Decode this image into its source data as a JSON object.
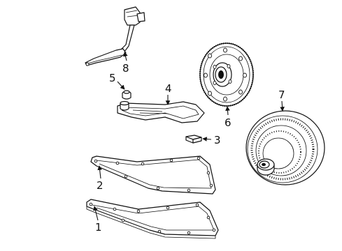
{
  "callouts": [
    {
      "id": "1",
      "label": "1"
    },
    {
      "id": "2",
      "label": "2"
    },
    {
      "id": "3",
      "label": "3"
    },
    {
      "id": "4",
      "label": "4"
    },
    {
      "id": "5",
      "label": "5"
    },
    {
      "id": "6",
      "label": "6"
    },
    {
      "id": "7",
      "label": "7"
    },
    {
      "id": "8",
      "label": "8"
    }
  ],
  "colors": {
    "ink": "#111111",
    "background": "#ffffff"
  }
}
